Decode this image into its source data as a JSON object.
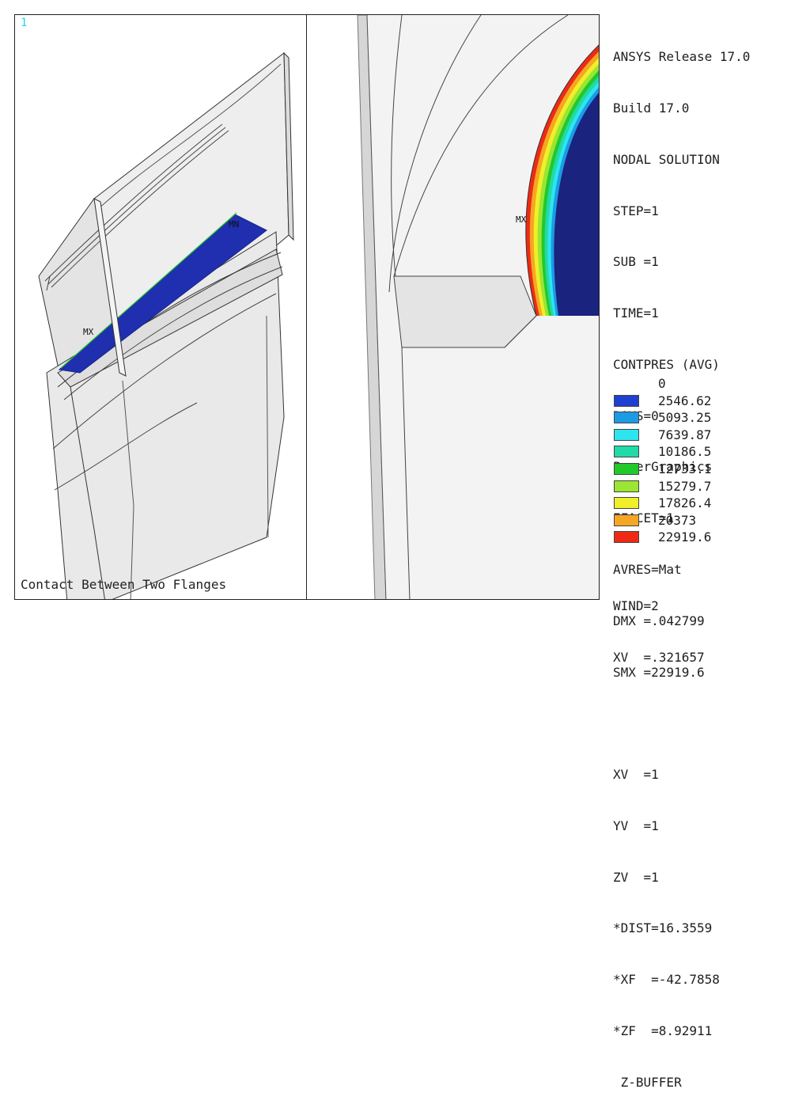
{
  "window1": {
    "number": "1",
    "caption": "Contact Between Two Flanges",
    "labels": {
      "mn": "MN",
      "mx": "MX"
    }
  },
  "window2": {
    "labels": {
      "mx": "MX"
    }
  },
  "info": {
    "lines": [
      "ANSYS Release 17.0",
      "Build 17.0",
      "NODAL SOLUTION",
      "STEP=1",
      "SUB =1",
      "TIME=1",
      "CONTPRES (AVG)",
      "RSYS=0",
      "PowerGraphics",
      "EFACET=1",
      "AVRES=Mat",
      "DMX =.042799",
      "SMX =22919.6"
    ],
    "view_lines": [
      "XV  =1",
      "YV  =1",
      "ZV  =1",
      "*DIST=16.3559",
      "*XF  =-42.7858",
      "*ZF  =8.92911",
      " Z-BUFFER"
    ]
  },
  "legend": {
    "zero_label": "0",
    "bands": [
      {
        "value": "2546.62",
        "color": "#1f3fd1"
      },
      {
        "value": "5093.25",
        "color": "#1c9be5"
      },
      {
        "value": "7639.87",
        "color": "#2ee5ef"
      },
      {
        "value": "10186.5",
        "color": "#22d9a8"
      },
      {
        "value": "12733.1",
        "color": "#22c92a"
      },
      {
        "value": "15279.7",
        "color": "#9be533"
      },
      {
        "value": "17826.4",
        "color": "#efef2a"
      },
      {
        "value": "20373",
        "color": "#f5a623"
      },
      {
        "value": "22919.6",
        "color": "#ee2a15"
      }
    ]
  },
  "wind": {
    "lines": [
      "WIND=2",
      "XV  =.321657"
    ]
  }
}
